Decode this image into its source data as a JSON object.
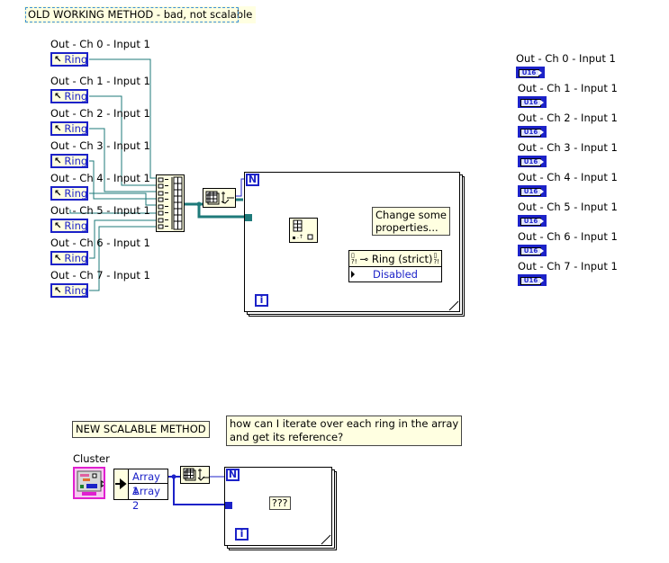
{
  "old_method": {
    "title_comment": "OLD WORKING METHOD - bad, not scalable",
    "controls": [
      {
        "label": "Out - Ch 0 - Input 1",
        "value": "Ring"
      },
      {
        "label": "Out - Ch 1 - Input 1",
        "value": "Ring"
      },
      {
        "label": "Out - Ch 2 - Input 1",
        "value": "Ring"
      },
      {
        "label": "Out - Ch 3 - Input 1",
        "value": "Ring"
      },
      {
        "label": "Out - Ch 4 - Input 1",
        "value": "Ring"
      },
      {
        "label": "Out - Ch 5 - Input 1",
        "value": "Ring"
      },
      {
        "label": "Out - Ch 6 - Input 1",
        "value": "Ring"
      },
      {
        "label": "Out - Ch 7 - Input 1",
        "value": "Ring"
      }
    ],
    "build_array_inputs": 8,
    "loop": {
      "count_terminal": "N",
      "iteration_terminal": "i",
      "comment": [
        "Change some",
        "properties..."
      ],
      "property_node": {
        "class": "Ring (strict)",
        "property": "Disabled"
      }
    }
  },
  "indicators": [
    {
      "label": "Out - Ch 0 - Input 1",
      "type": "U16"
    },
    {
      "label": "Out - Ch 1 - Input 1",
      "type": "U16"
    },
    {
      "label": "Out - Ch 2 - Input 1",
      "type": "U16"
    },
    {
      "label": "Out - Ch 3 - Input 1",
      "type": "U16"
    },
    {
      "label": "Out - Ch 4 - Input 1",
      "type": "U16"
    },
    {
      "label": "Out - Ch 5 - Input 1",
      "type": "U16"
    },
    {
      "label": "Out - Ch 6 - Input 1",
      "type": "U16"
    },
    {
      "label": "Out - Ch 7 - Input 1",
      "type": "U16"
    }
  ],
  "new_method": {
    "title_comment": "NEW SCALABLE METHOD",
    "question_comment": [
      "how can I iterate over each ring in the array",
      "and get its reference?"
    ],
    "cluster_label": "Cluster",
    "unbundle_items": [
      "Array 1",
      "Array 2"
    ],
    "loop": {
      "count_terminal": "N",
      "iteration_terminal": "i",
      "placeholder": "???"
    }
  },
  "colors": {
    "refnum_wire": "#1e7a7a",
    "array_wire": "#1c22c8",
    "control_border": "#1c22c8",
    "comment_bg": "#ffffe1",
    "cluster_pink": "#e020d0"
  }
}
